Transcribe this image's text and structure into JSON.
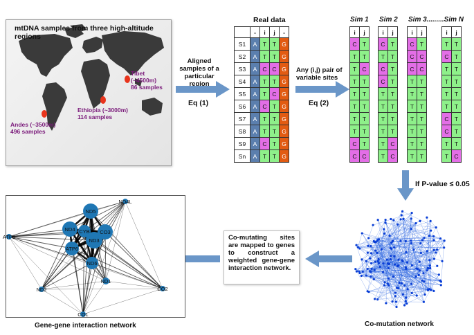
{
  "map": {
    "title": "mtDNA samples from three high-altitude regions",
    "regions": [
      {
        "name": "Tibet (~4500m)",
        "samples": "86 samples"
      },
      {
        "name": "Ethiopia (~3000m)",
        "samples": "114 samples"
      },
      {
        "name": "Andes (~3500m)",
        "samples": "496 samples"
      }
    ]
  },
  "step1": {
    "text": "Aligned samples of a particular region",
    "eq": "Eq (1)"
  },
  "real_data": {
    "title": "Real data",
    "headers": [
      "-",
      "i",
      "j",
      "-"
    ],
    "rows": [
      {
        "label": "S1",
        "cells": [
          "A",
          "T",
          "T",
          "G"
        ]
      },
      {
        "label": "S2",
        "cells": [
          "A",
          "T",
          "T",
          "G"
        ]
      },
      {
        "label": "S3",
        "cells": [
          "A",
          "C",
          "C",
          "G"
        ]
      },
      {
        "label": "S4",
        "cells": [
          "A",
          "T",
          "T",
          "G"
        ]
      },
      {
        "label": "S5",
        "cells": [
          "A",
          "T",
          "C",
          "G"
        ]
      },
      {
        "label": "S6",
        "cells": [
          "A",
          "C",
          "T",
          "G"
        ]
      },
      {
        "label": "S7",
        "cells": [
          "A",
          "T",
          "T",
          "G"
        ]
      },
      {
        "label": "S8",
        "cells": [
          "A",
          "T",
          "T",
          "G"
        ]
      },
      {
        "label": "S9",
        "cells": [
          "A",
          "C",
          "T",
          "G"
        ]
      },
      {
        "label": "Sn",
        "cells": [
          "A",
          "T",
          "T",
          "G"
        ]
      }
    ]
  },
  "step2": {
    "text": "Any (i,j) pair of variable sites",
    "eq": "Eq (2)"
  },
  "sims": {
    "titles": [
      "Sim 1",
      "Sim 2",
      "Sim 3.........Sim N"
    ],
    "headers": [
      "i",
      "j"
    ],
    "columns": [
      [
        [
          "C",
          "T"
        ],
        [
          "T",
          "T"
        ],
        [
          "T",
          "C"
        ],
        [
          "T",
          "T"
        ],
        [
          "T",
          "T"
        ],
        [
          "T",
          "T"
        ],
        [
          "T",
          "T"
        ],
        [
          "T",
          "T"
        ],
        [
          "C",
          "T"
        ],
        [
          "C",
          "C"
        ]
      ],
      [
        [
          "C",
          "T"
        ],
        [
          "T",
          "T"
        ],
        [
          "C",
          "T"
        ],
        [
          "C",
          "T"
        ],
        [
          "T",
          "T"
        ],
        [
          "T",
          "T"
        ],
        [
          "T",
          "T"
        ],
        [
          "T",
          "T"
        ],
        [
          "T",
          "C"
        ],
        [
          "T",
          "C"
        ]
      ],
      [
        [
          "C",
          "T"
        ],
        [
          "C",
          "C"
        ],
        [
          "C",
          "C"
        ],
        [
          "T",
          "T"
        ],
        [
          "T",
          "T"
        ],
        [
          "T",
          "T"
        ],
        [
          "T",
          "T"
        ],
        [
          "T",
          "T"
        ],
        [
          "T",
          "T"
        ],
        [
          "T",
          "T"
        ]
      ],
      [
        [
          "T",
          "T"
        ],
        [
          "C",
          "T"
        ],
        [
          "T",
          "T"
        ],
        [
          "T",
          "T"
        ],
        [
          "T",
          "T"
        ],
        [
          "T",
          "T"
        ],
        [
          "C",
          "T"
        ],
        [
          "C",
          "T"
        ],
        [
          "T",
          "T"
        ],
        [
          "T",
          "C"
        ]
      ]
    ]
  },
  "condition": "If P-value ≤ 0.05",
  "comutation": {
    "caption": "Co-mutation network"
  },
  "mapping_text": "Co-mutating sites are mapped to genes to construct a weighted gene-gene interaction network.",
  "gene_network": {
    "caption": "Gene-gene interaction network",
    "nodes": [
      "ND5",
      "ND4",
      "CYB",
      "CO3",
      "ND3",
      "ATP6",
      "ND6",
      "ND1",
      "ND4L",
      "ATP8",
      "ND2",
      "CO2",
      "CO1"
    ]
  },
  "colors": {
    "A": "#5b7fae",
    "T": "#8ef08a",
    "C": "#e36ee6",
    "G": "#e25b12",
    "arrow": "#6a96c8",
    "node": "#1f77b4"
  },
  "icons": [
    "arrow-right-icon",
    "arrow-down-icon",
    "arrow-left-icon"
  ]
}
